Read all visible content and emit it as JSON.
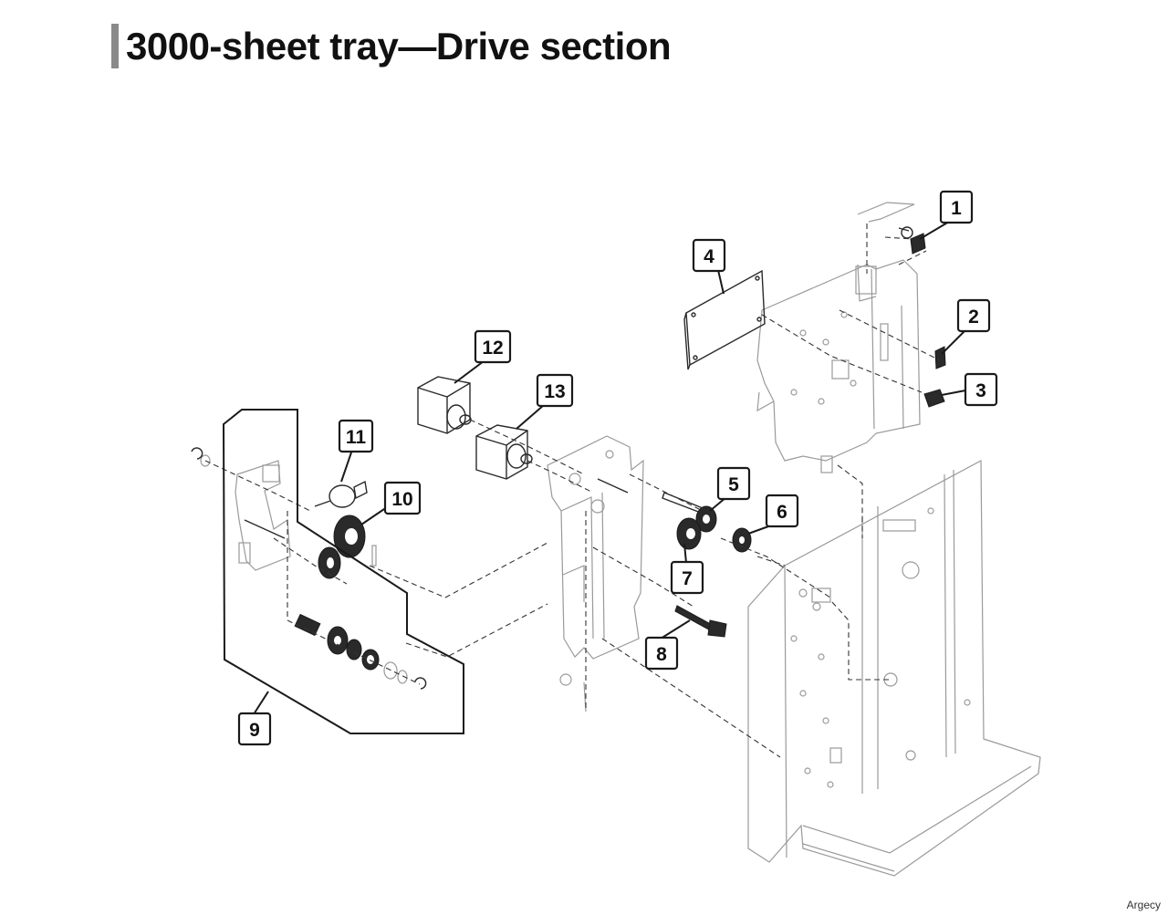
{
  "title": "3000-sheet tray—Drive section",
  "callouts": [
    "1",
    "2",
    "3",
    "4",
    "5",
    "6",
    "7",
    "8",
    "9",
    "10",
    "11",
    "12",
    "13"
  ],
  "watermark": "Argecy"
}
